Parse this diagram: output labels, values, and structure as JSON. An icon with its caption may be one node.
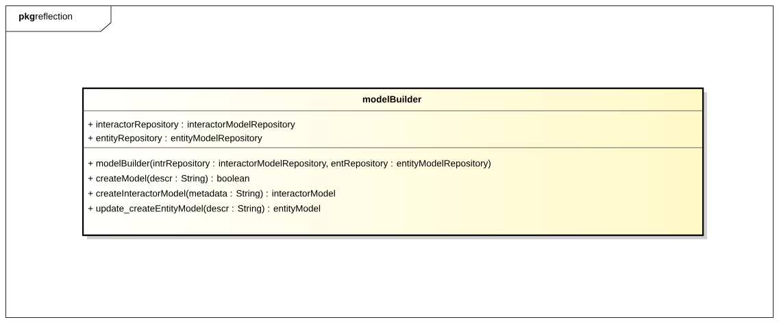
{
  "diagram": {
    "nodes": [
      {
        "text": [
          "**pkg**reflection"
        ]
      },
      {
        "text": [
          "modelBuilder",
          "+ interactorRepository : interactorModelRepository",
          "+ entityRepository : entityModelRepository",
          "+ modelBuilder(intrRepository : interactorModelRepository, entRepository : entityModelRepository)",
          "+ createModel(descr : String) : boolean",
          "+ createInteractorModel(metadata : String) : interactorModel",
          "+ update_createEntityModel(descr : String) : entityModel"
        ],
        "in": 0
      }
    ]
  }
}
